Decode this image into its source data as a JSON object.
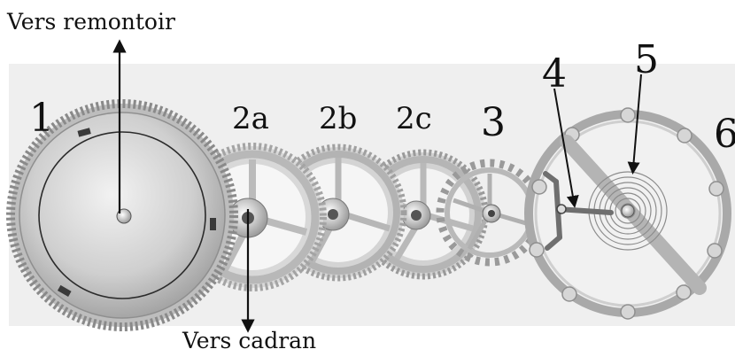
{
  "captions": {
    "top": "Vers remontoir",
    "bottom": "Vers cadran"
  },
  "labels": {
    "barrel": "1",
    "wheel_2a": "2a",
    "wheel_2b": "2b",
    "wheel_2c": "2c",
    "escape_wheel": "3",
    "pallet_fork": "4",
    "balance_spring": "5",
    "balance_wheel": "6"
  },
  "colors": {
    "background_band": "#efefef",
    "metal_light": "#dcdcdc",
    "metal_mid": "#bdbdbd",
    "metal_dark": "#8a8a8a",
    "ink": "#111111"
  }
}
